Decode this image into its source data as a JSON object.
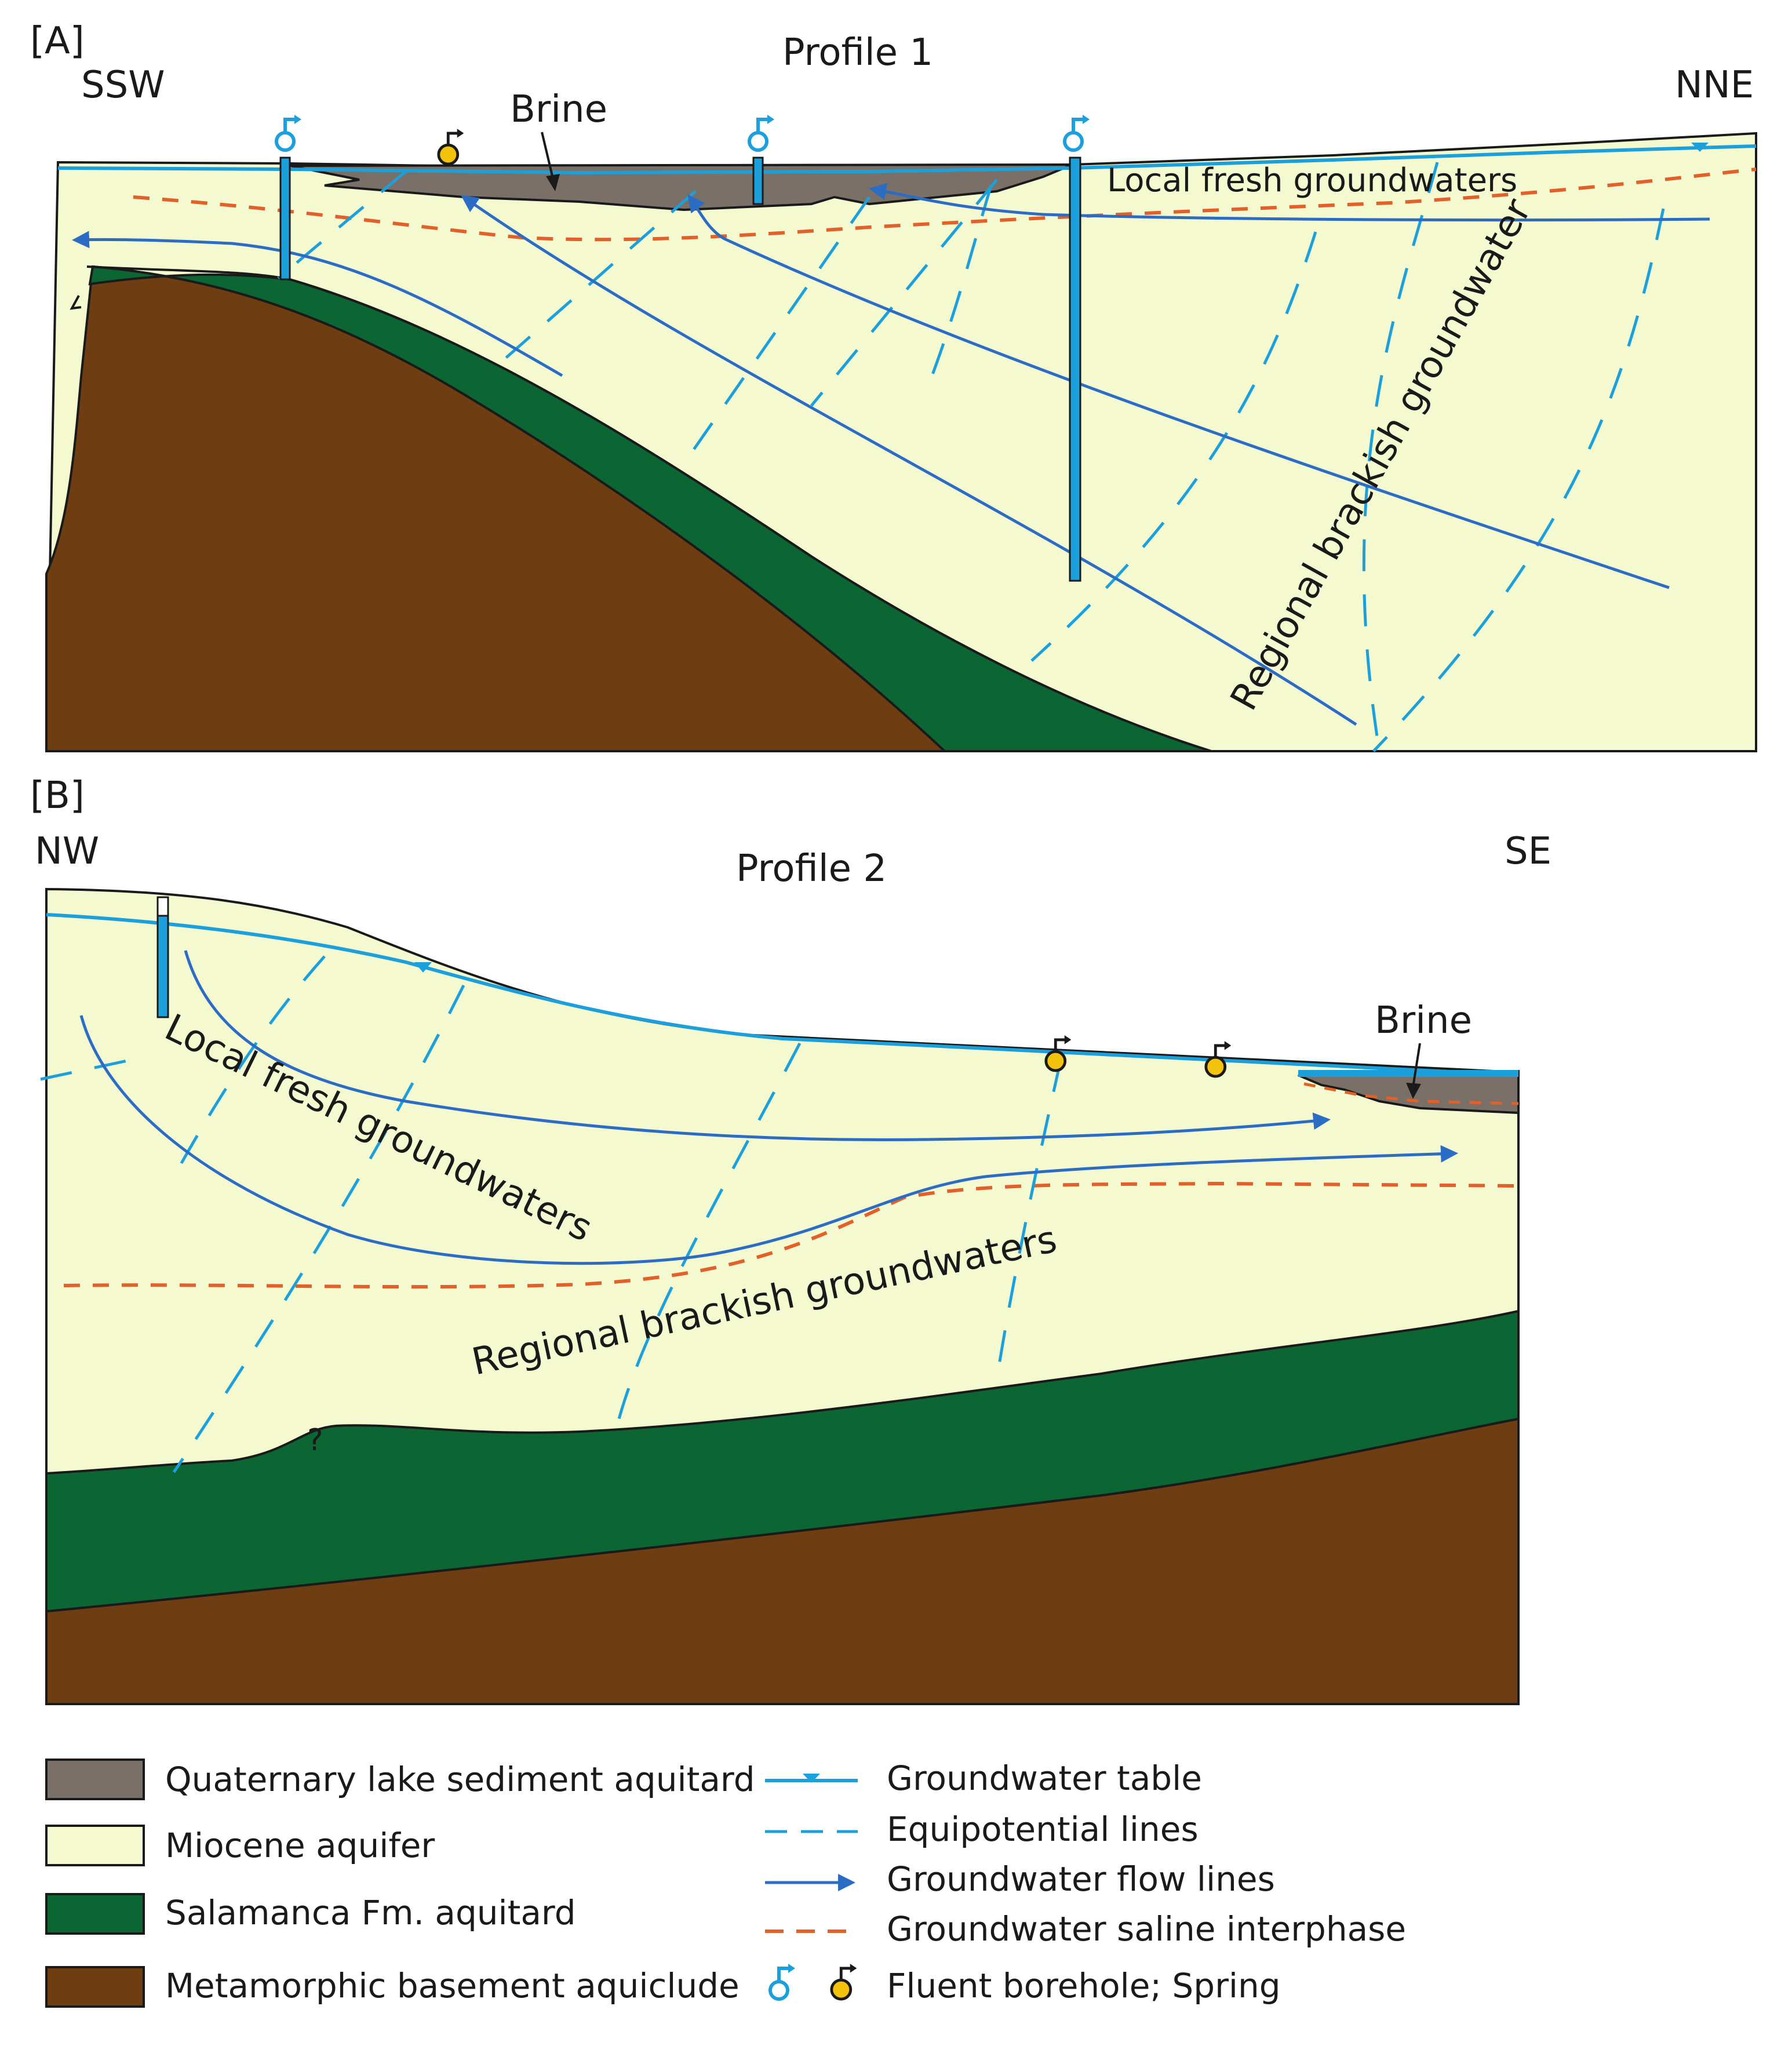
{
  "colors": {
    "miocene": "#f4f9d0",
    "salamanca": "#0b6633",
    "basement": "#6e3d12",
    "lake": "#7a7068",
    "water_table": "#1ca0dc",
    "equipotential": "#1ca0dc",
    "flow": "#2b6cc4",
    "saline": "#e2602a",
    "spring": "#f2c20c"
  },
  "panel_a": {
    "tag": "[A]",
    "title": "Profile 1",
    "left_dir": "SSW",
    "right_dir": "NNE",
    "brine": "Brine",
    "local_label": "Local fresh groundwaters",
    "regional_label": "Regional brackish groundwater"
  },
  "panel_b": {
    "tag": "[B]",
    "title": "Profile 2",
    "left_dir": "NW",
    "right_dir": "SE",
    "brine": "Brine",
    "local_label": "Local fresh groundwaters",
    "regional_label": "Regional brackish groundwaters",
    "unknown_mark": "?"
  },
  "legend": {
    "units": [
      {
        "label": "Quaternary lake sediment aquitard",
        "color": "#7a7068"
      },
      {
        "label": "Miocene aquifer",
        "color": "#f4f9d0"
      },
      {
        "label": "Salamanca Fm. aquitard",
        "color": "#0b6633"
      },
      {
        "label": "Metamorphic basement aquiclude",
        "color": "#6e3d12"
      }
    ],
    "lines": [
      {
        "label": "Groundwater table",
        "kind": "table"
      },
      {
        "label": "Equipotential lines",
        "kind": "equipotential"
      },
      {
        "label": "Groundwater flow lines",
        "kind": "flow"
      },
      {
        "label": "Groundwater saline interphase",
        "kind": "saline"
      },
      {
        "label": "Fluent borehole; Spring",
        "kind": "symbols"
      }
    ]
  }
}
